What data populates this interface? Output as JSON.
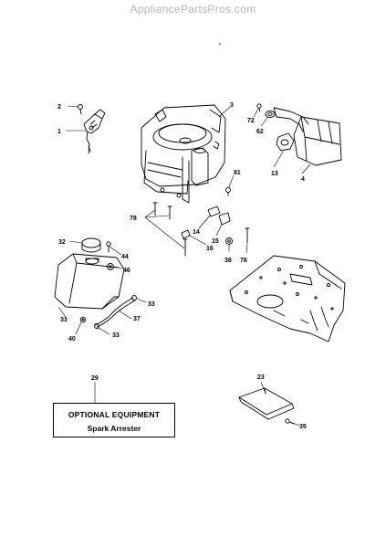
{
  "header": {
    "watermark": "AppliancePartsPros.com"
  },
  "callouts": {
    "c2": "2",
    "c1": "1",
    "c3": "3",
    "c72": "72",
    "c62": "62",
    "c81": "81",
    "c13": "13",
    "c4": "4",
    "c78a": "78",
    "c14": "14",
    "c15": "15",
    "c16": "16",
    "c38": "38",
    "c78b": "78",
    "c32": "32",
    "c44": "44",
    "c46": "46",
    "c33a": "33",
    "c37": "37",
    "c31": "31",
    "c40": "40",
    "c33b": "33",
    "c29": "29",
    "c23": "23",
    "c35": "35"
  },
  "optional_box": {
    "title": "OPTIONAL EQUIPMENT",
    "subtitle": "Spark Arrester"
  }
}
